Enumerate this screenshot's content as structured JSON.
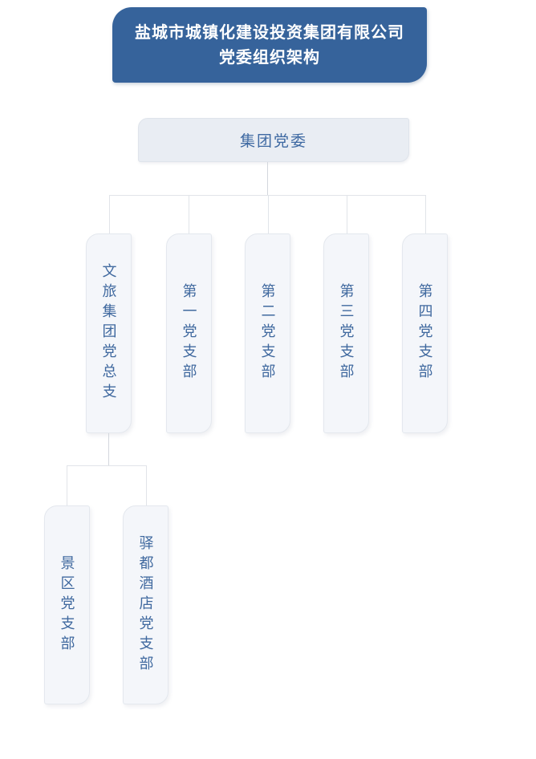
{
  "header": {
    "title_line1": "盐城市城镇化建设投资集团有限公司",
    "title_line2": "党委组织架构"
  },
  "org_chart": {
    "root": {
      "label": "集团党委"
    },
    "level2": [
      {
        "label": "文旅集团党总支"
      },
      {
        "label": "第一党支部"
      },
      {
        "label": "第二党支部"
      },
      {
        "label": "第三党支部"
      },
      {
        "label": "第四党支部"
      }
    ],
    "level3": [
      {
        "label": "景区党支部",
        "parent": "文旅集团党总支"
      },
      {
        "label": "驿都酒店党支部",
        "parent": "文旅集团党总支"
      }
    ]
  },
  "colors": {
    "banner_bg": "#36639b",
    "banner_text": "#ffffff",
    "root_node_bg": "#e9edf3",
    "node_bg": "#f4f6fa",
    "node_border": "#e4e8ee",
    "node_text": "#40699f",
    "connector": "#e1e4e9"
  }
}
